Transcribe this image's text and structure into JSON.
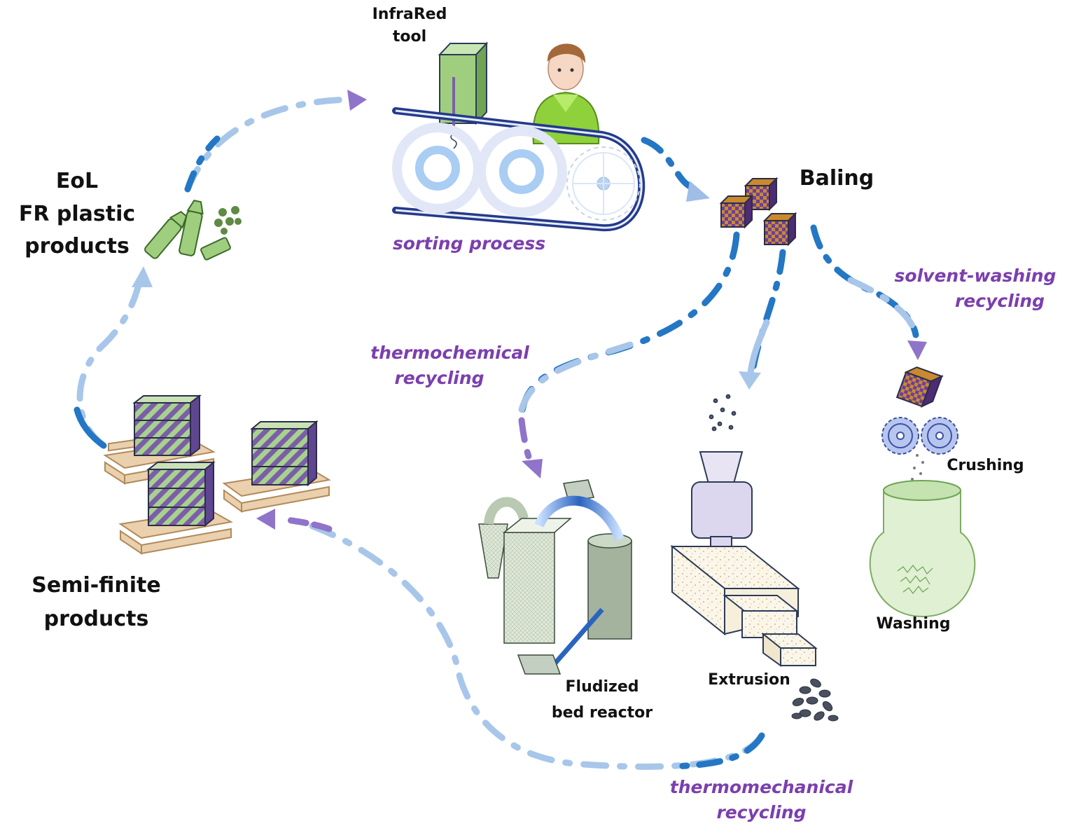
{
  "colors": {
    "process_label": "#7b3fae",
    "flow_dark": "#2477c4",
    "flow_light": "#a8c6ea",
    "arrow_purple": "#8f74c9",
    "green_item": "#9fce7e",
    "bale_purple": "#6b3f9c",
    "bale_orange": "#c98a2e"
  },
  "labels": {
    "eol_line1": "EoL",
    "eol_line2": "FR plastic",
    "eol_line3": "products",
    "infrared_line1": "InfraRed",
    "infrared_line2": "tool",
    "baling": "Baling",
    "crushing": "Crushing",
    "washing": "Washing",
    "extrusion": "Extrusion",
    "reactor_line1": "Fludized",
    "reactor_line2": "bed reactor",
    "semi_line1": "Semi-finite",
    "semi_line2": "products"
  },
  "processes": {
    "sorting": "sorting process",
    "solvent_line1": "solvent-washing",
    "solvent_line2": "recycling",
    "thermochemical_line1": "thermochemical",
    "thermochemical_line2": "recycling",
    "thermomechanical_line1": "thermomechanical",
    "thermomechanical_line2": "recycling"
  },
  "icons": [
    "plastic-bottles-icon",
    "infrared-tool-icon",
    "worker-icon",
    "conveyor-belt-icon",
    "bale-cubes-icon",
    "crusher-gears-icon",
    "washing-flask-icon",
    "extruder-icon",
    "fluidized-bed-reactor-icon",
    "pellets-icon",
    "pallet-boxes-icon"
  ]
}
